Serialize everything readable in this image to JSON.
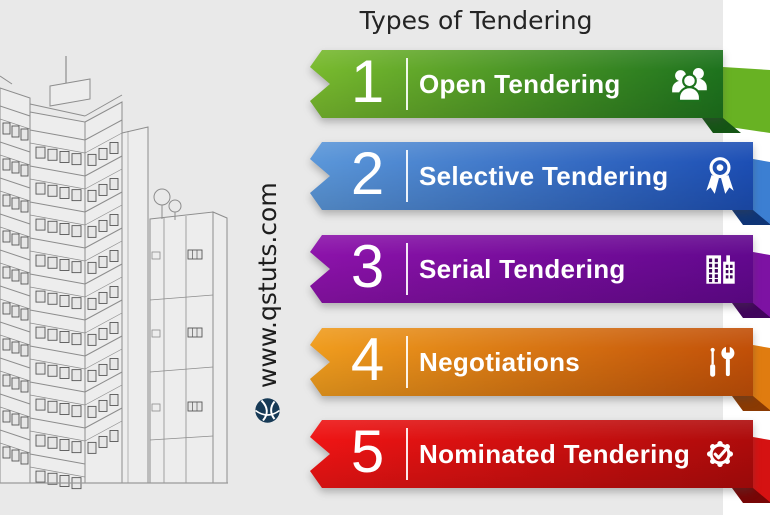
{
  "title": "Types of Tendering",
  "website": {
    "label": "www.qstuts.com",
    "icon": "globe-icon"
  },
  "colors": {
    "background": "#e9e9e9",
    "right_strip": "#ffffff",
    "text_dark": "#242424",
    "banner_text": "#ffffff"
  },
  "banners": [
    {
      "number": "1",
      "label": "Open Tendering",
      "icon": "group-people-icon",
      "color_left": "#79ba2e",
      "color_right": "#1d721d",
      "color_back": "#68b223",
      "color_fold": "#155515"
    },
    {
      "number": "2",
      "label": "Selective Tendering",
      "icon": "award-ribbon-icon",
      "color_left": "#5b97d9",
      "color_right": "#1c4eb4",
      "color_back": "#3c7fd2",
      "color_fold": "#0f3576"
    },
    {
      "number": "3",
      "label": "Serial Tendering",
      "icon": "building-icon",
      "color_left": "#8c12aa",
      "color_right": "#62088e",
      "color_back": "#7d12a3",
      "color_fold": "#41045c"
    },
    {
      "number": "4",
      "label": "Negotiations",
      "icon": "tools-icon",
      "color_left": "#f09d1e",
      "color_right": "#c14f08",
      "color_back": "#e07c10",
      "color_fold": "#8a3a03"
    },
    {
      "number": "5",
      "label": "Nominated Tendering",
      "icon": "check-badge-icon",
      "color_left": "#ef1414",
      "color_right": "#ad0b0b",
      "color_back": "#d51212",
      "color_fold": "#770606"
    }
  ],
  "illustration": "high-rise buildings line drawing"
}
